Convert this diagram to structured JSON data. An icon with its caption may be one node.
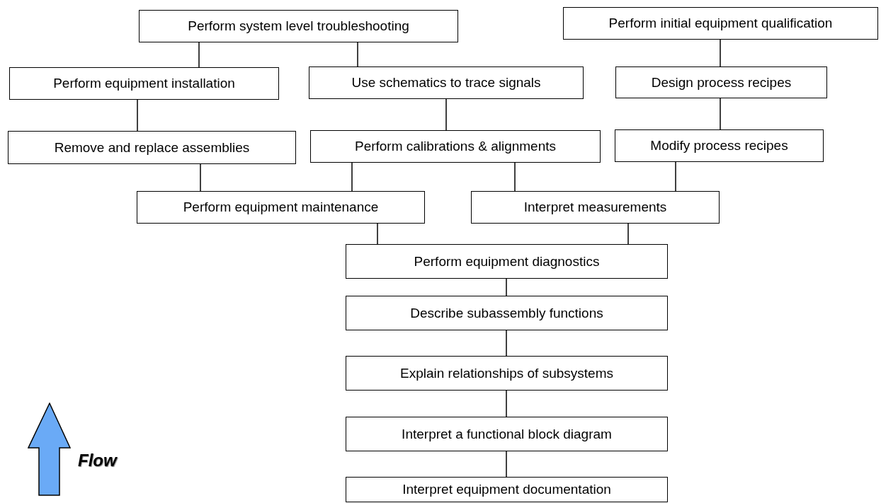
{
  "diagram": {
    "nodes": [
      {
        "text": [
          "Perform system level troubleshooting"
        ]
      },
      {
        "text": [
          "Perform initial equipment qualification"
        ]
      },
      {
        "text": [
          "Perform equipment installation"
        ]
      },
      {
        "text": [
          "Use schematics to trace signals"
        ]
      },
      {
        "text": [
          "Design process recipes"
        ]
      },
      {
        "text": [
          "Remove and replace assemblies"
        ]
      },
      {
        "text": [
          "Perform calibrations & alignments"
        ]
      },
      {
        "text": [
          "Modify process recipes"
        ]
      },
      {
        "text": [
          "Perform equipment maintenance"
        ]
      },
      {
        "text": [
          "Interpret measurements"
        ]
      },
      {
        "text": [
          "Perform equipment diagnostics"
        ]
      },
      {
        "text": [
          "Describe subassembly functions"
        ]
      },
      {
        "text": [
          "Explain relationships of subsystems"
        ]
      },
      {
        "text": [
          "Interpret a functional block diagram"
        ]
      },
      {
        "text": [
          "Interpret equipment documentation"
        ]
      }
    ],
    "edges": [
      {
        "from": 2,
        "to": 0,
        "arrow": "none"
      },
      {
        "from": 3,
        "to": 0,
        "arrow": "none"
      },
      {
        "from": 5,
        "to": 2,
        "arrow": "none"
      },
      {
        "from": 4,
        "to": 1,
        "arrow": "none"
      },
      {
        "from": 7,
        "to": 4,
        "arrow": "none"
      },
      {
        "from": 6,
        "to": 3,
        "arrow": "none"
      },
      {
        "from": 8,
        "to": 5,
        "arrow": "none"
      },
      {
        "from": 8,
        "to": 6,
        "arrow": "none"
      },
      {
        "from": 9,
        "to": 6,
        "arrow": "none"
      },
      {
        "from": 9,
        "to": 7,
        "arrow": "none"
      },
      {
        "from": 10,
        "to": 8,
        "arrow": "none"
      },
      {
        "from": 10,
        "to": 9,
        "arrow": "none"
      },
      {
        "from": 11,
        "to": 10,
        "arrow": "none"
      },
      {
        "from": 12,
        "to": 11,
        "arrow": "none"
      },
      {
        "from": 13,
        "to": 12,
        "arrow": "none"
      },
      {
        "from": 14,
        "to": 13,
        "arrow": "none"
      }
    ],
    "labels": [
      "Flow"
    ]
  }
}
